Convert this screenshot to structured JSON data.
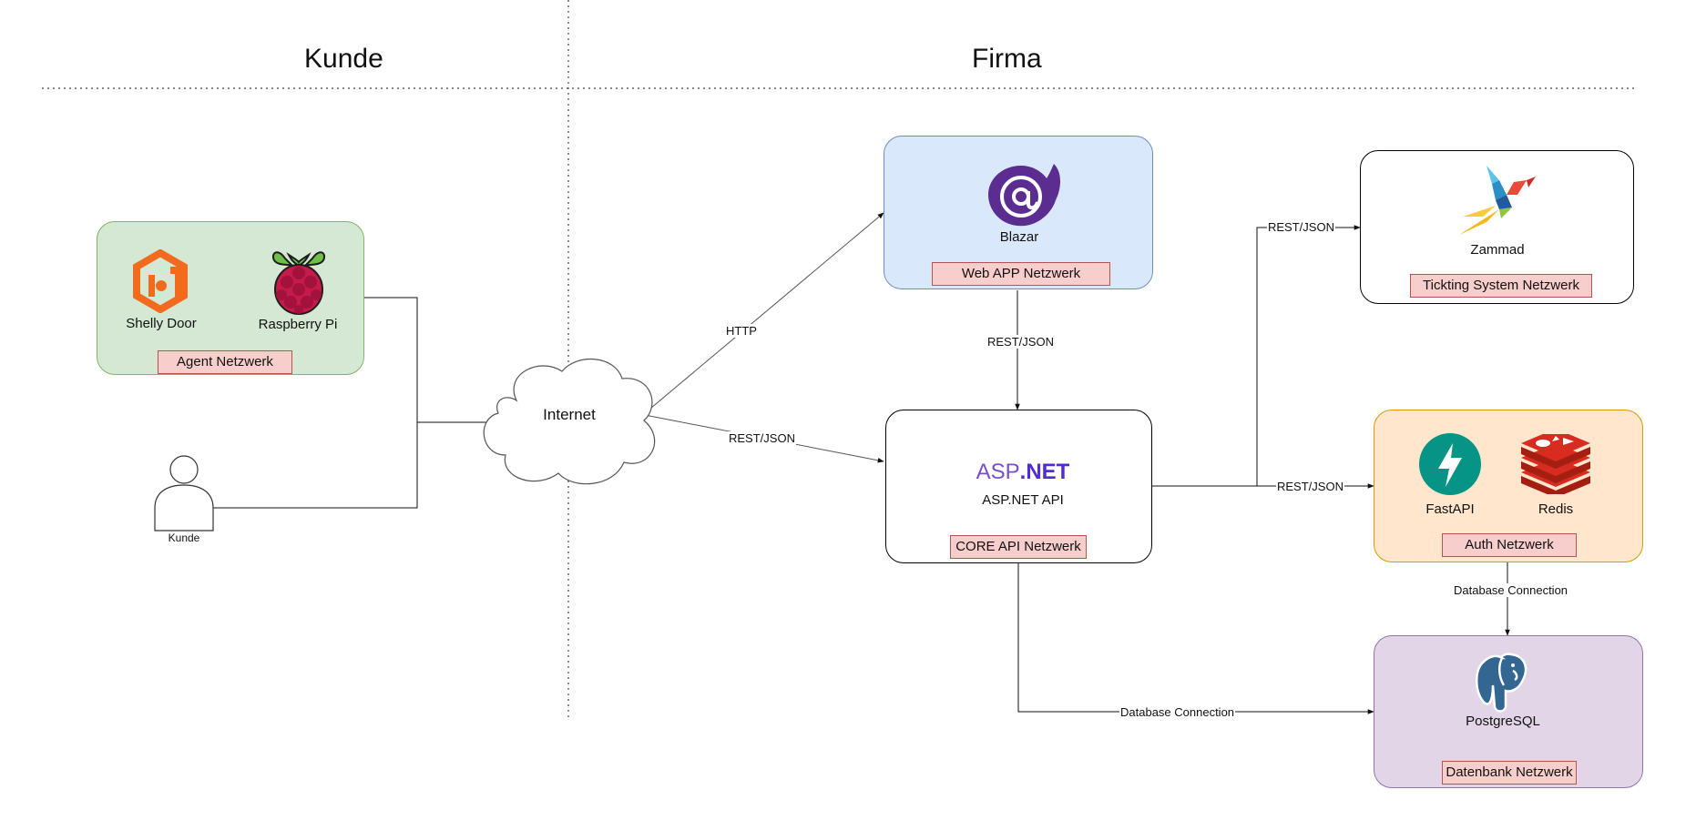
{
  "sections": {
    "left_title": "Kunde",
    "right_title": "Firma"
  },
  "groups": {
    "agent": {
      "badge": "Agent Netzwerk",
      "fill": "#d5e8d4",
      "stroke": "#82b366",
      "nodes": {
        "shelly": "Shelly Door",
        "raspberry": "Raspberry Pi"
      }
    },
    "webapp": {
      "badge": "Web APP Netzwerk",
      "fill": "#dae8fc",
      "stroke": "#6c8ebf",
      "nodes": {
        "blazor": "Blazar"
      }
    },
    "ticketing": {
      "badge": "Tickting System Netzwerk",
      "fill": "#ffffff",
      "stroke": "#000000",
      "nodes": {
        "zammad": "Zammad"
      }
    },
    "core": {
      "badge": "CORE API Netzwerk",
      "fill": "#ffffff",
      "stroke": "#000000",
      "nodes": {
        "aspnet_logo_light": "ASP",
        "aspnet_logo_bold": ".NET",
        "aspnet": "ASP.NET API"
      }
    },
    "auth": {
      "badge": "Auth Netzwerk",
      "fill": "#ffe6cc",
      "stroke": "#d79b00",
      "nodes": {
        "fastapi": "FastAPI",
        "redis": "Redis"
      }
    },
    "database": {
      "badge": "Datenbank Netzwerk",
      "fill": "#e1d5e7",
      "stroke": "#9673a6",
      "nodes": {
        "postgres": "PostgreSQL"
      }
    }
  },
  "standalone": {
    "internet": "Internet",
    "kunde_actor": "Kunde"
  },
  "edges": {
    "http": "HTTP",
    "internet_core": "REST/JSON",
    "webapp_core": "REST/JSON",
    "core_zammad": "REST/JSON",
    "core_auth": "REST/JSON",
    "auth_db": "Database Connection",
    "core_db": "Database Connection"
  },
  "colors": {
    "badge_fill": "#f8cecc",
    "badge_stroke": "#b85450",
    "fastapi": "#059486",
    "redis": "#c6302b",
    "blazor": "#5c2d91",
    "postgres": "#336791",
    "iot_orange": "#f26b1d"
  }
}
